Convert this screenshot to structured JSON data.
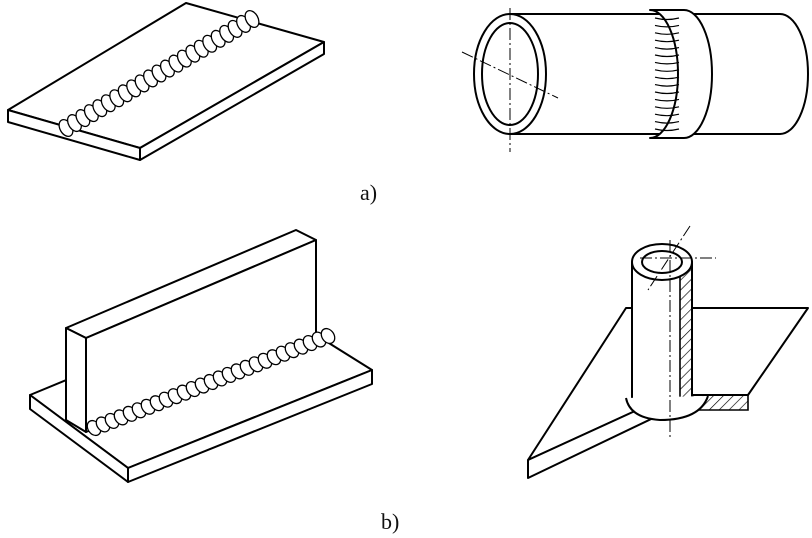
{
  "figure": {
    "label_a": "a)",
    "label_b": "b)"
  },
  "drawings": [
    {
      "name": "butt-weld-plate"
    },
    {
      "name": "pipe-girth-weld"
    },
    {
      "name": "tee-fillet-weld"
    },
    {
      "name": "pipe-to-plate-weld"
    }
  ]
}
